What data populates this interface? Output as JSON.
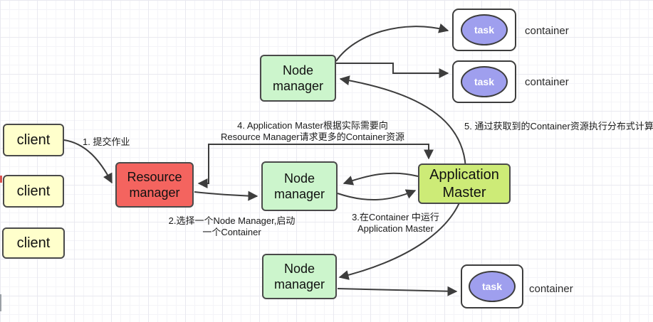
{
  "diagram": {
    "title_hint": "YARN job submission flow diagram",
    "nodes": {
      "client1": {
        "label": "client"
      },
      "client2": {
        "label": "client"
      },
      "client3": {
        "label": "client"
      },
      "resource_manager": {
        "label": "Resource manager"
      },
      "node_manager_top": {
        "label": "Node manager"
      },
      "node_manager_mid": {
        "label": "Node manager"
      },
      "node_manager_bottom": {
        "label": "Node manager"
      },
      "app_master": {
        "label": "Application Master"
      }
    },
    "containers": [
      {
        "task_label": "task",
        "caption": "container"
      },
      {
        "task_label": "task",
        "caption": "container"
      },
      {
        "task_label": "task",
        "caption": "container"
      }
    ],
    "annotations": {
      "step1": "1. 提交作业",
      "step2_line1": "2.选择一个Node Manager,启动",
      "step2_line2": "一个Container",
      "step3_line1": "3.在Container 中运行",
      "step3_line2": "Application Master",
      "step4_line1": "4. Application Master根据实际需要向",
      "step4_line2": "Resource Manager请求更多的Container资源",
      "step5": "5. 通过获取到的Container资源执行分布式计算"
    },
    "colors": {
      "client_fill": "#ffffcc",
      "resource_manager_fill": "#f4645f",
      "node_manager_fill": "#ccf5cc",
      "app_master_fill": "#cdeb77",
      "task_fill": "#9f9fee",
      "connector_stroke": "#3d3d3d"
    }
  }
}
